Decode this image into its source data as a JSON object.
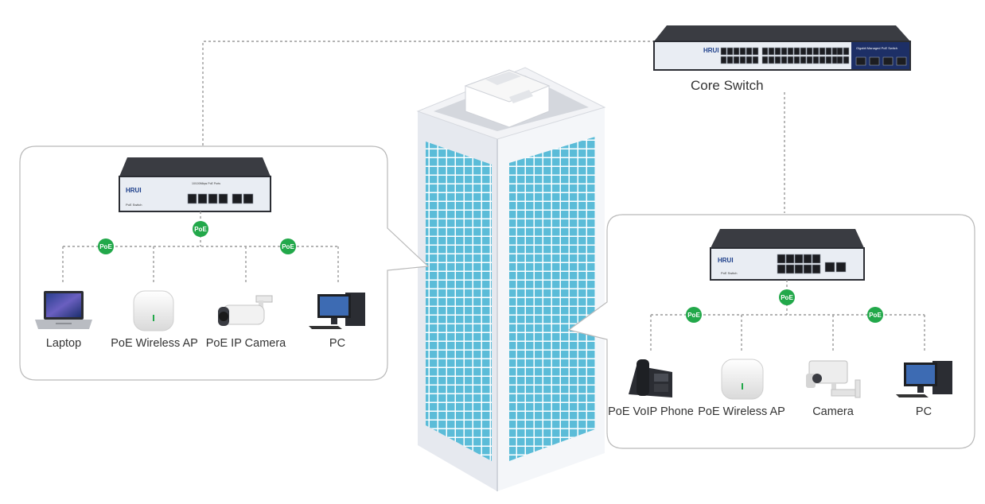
{
  "colors": {
    "poe_badge": "#22a84a",
    "switch_body": "#2b2d33",
    "switch_panel": "#e9edf3",
    "glass": "#5bbcd8",
    "bubble_border": "#b9b9b9"
  },
  "core": {
    "label": "Core Switch",
    "brand": "HRUI",
    "panel_text": "Gigabit Managed PoE Switch"
  },
  "left_group": {
    "switch_brand": "HRUI",
    "switch_model": "PoE Switch",
    "switch_panel": "10/100Mbps PoE Ports",
    "poe_badges": [
      "PoE",
      "PoE",
      "PoE"
    ],
    "devices": [
      {
        "label": "Laptop",
        "icon": "laptop-icon"
      },
      {
        "label": "PoE Wireless AP",
        "icon": "wireless-ap-icon"
      },
      {
        "label": "PoE IP Camera",
        "icon": "bullet-camera-icon"
      },
      {
        "label": "PC",
        "icon": "desktop-pc-icon"
      }
    ]
  },
  "right_group": {
    "switch_brand": "HRUI",
    "switch_model": "PoE Switch",
    "poe_badges": [
      "PoE",
      "PoE",
      "PoE"
    ],
    "devices": [
      {
        "label": "PoE VoIP Phone",
        "icon": "voip-phone-icon"
      },
      {
        "label": "PoE Wireless AP",
        "icon": "wireless-ap-icon"
      },
      {
        "label": "Camera",
        "icon": "cctv-camera-icon"
      },
      {
        "label": "PC",
        "icon": "desktop-pc-icon"
      }
    ]
  }
}
